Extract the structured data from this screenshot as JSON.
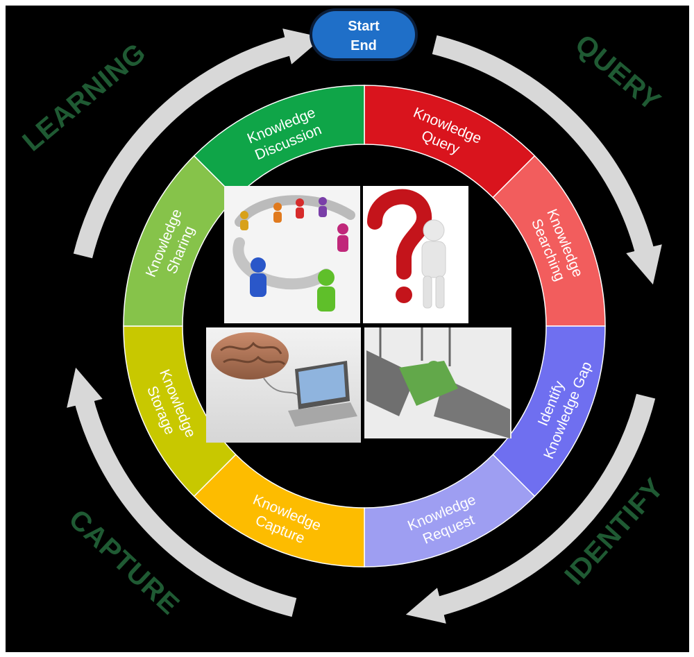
{
  "start_end": {
    "line1": "Start",
    "line2": "End"
  },
  "phases": {
    "query": "QUERY",
    "identify": "IDENTIFY",
    "capture": "CAPTURE",
    "learning": "LEARNING"
  },
  "segments": [
    {
      "id": "knowledge-query",
      "line1": "Knowledge",
      "line2": "Query",
      "color": "#d9141d"
    },
    {
      "id": "knowledge-searching",
      "line1": "Knowledge",
      "line2": "Searching",
      "color": "#f25d5d"
    },
    {
      "id": "identify-knowledge-gap",
      "line1": "Identify",
      "line2": "Knowledge Gap",
      "color": "#6f6ff0"
    },
    {
      "id": "knowledge-request",
      "line1": "Knowledge",
      "line2": "Request",
      "color": "#9e9ef2"
    },
    {
      "id": "knowledge-capture",
      "line1": "Knowledge",
      "line2": "Capture",
      "color": "#fdbc00"
    },
    {
      "id": "knowledge-storage",
      "line1": "Knowledge",
      "line2": "Storage",
      "color": "#c8c800"
    },
    {
      "id": "knowledge-sharing",
      "line1": "Knowledge",
      "line2": "Sharing",
      "color": "#86c34a"
    },
    {
      "id": "knowledge-discussion",
      "line1": "Knowledge",
      "line2": "Discussion",
      "color": "#0fa548"
    }
  ],
  "colors": {
    "background": "#000000",
    "arrow": "#d8d8d8",
    "phase_label": "#1f5a33",
    "pill": "#1f6fc8"
  },
  "icons": [
    "people-discussion-icon",
    "question-mark-figure-icon",
    "brain-laptop-icon",
    "puzzle-bridge-icon"
  ]
}
